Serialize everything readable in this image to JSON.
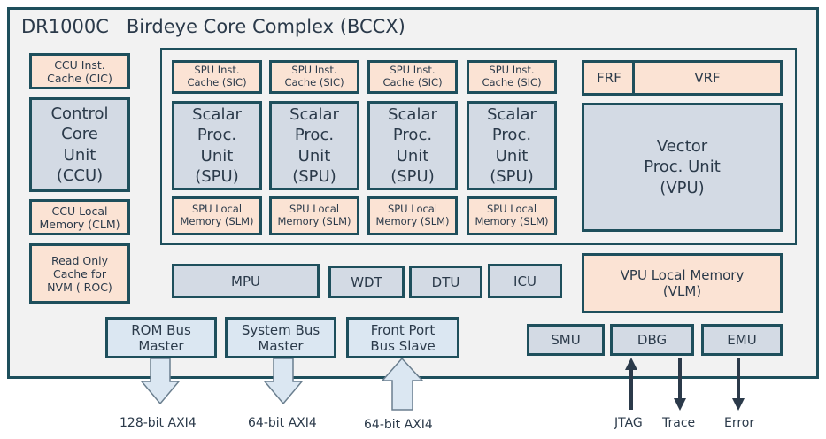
{
  "title": "DR1000C   Birdeye Core Complex (BCCX)",
  "ccu_column": {
    "cic": "CCU Inst.\nCache (CIC)",
    "ccu": "Control\nCore\nUnit\n(CCU)",
    "clm": "CCU Local\nMemory (CLM)",
    "roc": "Read Only\nCache for\nNVM ( ROC)"
  },
  "spus": [
    {
      "sic": "SPU  Inst.\nCache (SIC)",
      "unit": "Scalar\nProc.\nUnit\n(SPU)",
      "slm": "SPU Local\nMemory (SLM)"
    },
    {
      "sic": "SPU  Inst.\nCache (SIC)",
      "unit": "Scalar\nProc.\nUnit\n(SPU)",
      "slm": "SPU Local\nMemory (SLM)"
    },
    {
      "sic": "SPU  Inst.\nCache (SIC)",
      "unit": "Scalar\nProc.\nUnit\n(SPU)",
      "slm": "SPU Local\nMemory (SLM)"
    },
    {
      "sic": "SPU  Inst.\nCache (SIC)",
      "unit": "Scalar\nProc.\nUnit\n(SPU)",
      "slm": "SPU Local\nMemory (SLM)"
    }
  ],
  "vpu": {
    "frf": "FRF",
    "vrf": "VRF",
    "unit": "Vector\nProc. Unit\n(VPU)",
    "vlm": "VPU Local Memory\n(VLM)"
  },
  "blocks": {
    "mpu": "MPU",
    "wdt": "WDT",
    "dtu": "DTU",
    "icu": "ICU",
    "smu": "SMU",
    "dbg": "DBG",
    "emu": "EMU"
  },
  "bus": {
    "rom": "ROM Bus\nMaster",
    "system": "System Bus\nMaster",
    "front": "Front Port\nBus Slave"
  },
  "io_labels": {
    "rom": "128-bit AXI4",
    "system": "64-bit AXI4",
    "front": "64-bit AXI4",
    "jtag": "JTAG",
    "trace": "Trace",
    "error": "Error"
  },
  "colors": {
    "border": "#1e4f5c",
    "peach": "#fbe3d4",
    "blue_grey": "#d3dae4",
    "light_blue": "#dbe7f2",
    "background": "#f2f2f2"
  }
}
